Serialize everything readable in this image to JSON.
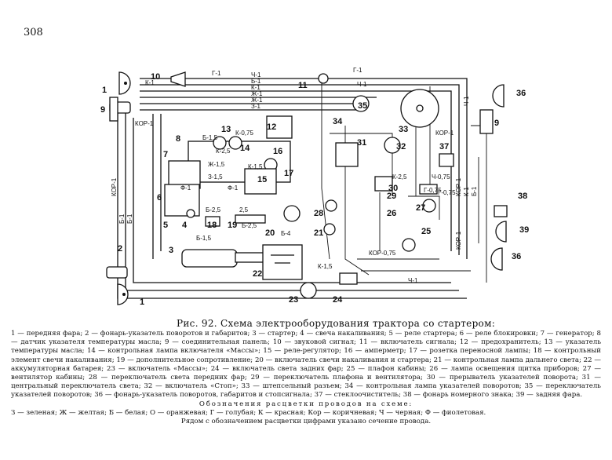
{
  "page_number": "308",
  "caption": "Рис. 92. Схема электрооборудования трактора со стартером:",
  "legend_items": "1 — передняя фара; 2 — фонарь-указатель поворотов и габаритов; 3 — стартер; 4 — свеча накаливания; 5 — реле стартера; 6 — реле блокировки; 7 — генератор; 8 — датчик указателя температуры масла; 9 — соединительная панель; 10 — звуковой сигнал; 11 — включатель сигнала; 12 — предохранитель; 13 — указатель температуры масла; 14 — контрольная лампа включателя «Массы»; 15 — реле-регулятор; 16 — амперметр; 17 — розетка переносной лампы; 18 — контрольный элемент свечи накаливания; 19 — дополнительное сопротивление; 20 — включатель свечи накаливания и стартера; 21 — контрольная лампа дальнего света; 22 — аккумуляторная батарея; 23 — включатель «Массы»; 24 — включатель света задних фар; 25 — плафон кабины; 26 — лампа освещения щитка приборов; 27 — вентилятор кабины; 28 — переключатель света передних фар; 29 — переключатель плафона и вентилятора; 30 — прерыватель указателей поворота; 31 — центральный переключатель света; 32 — включатель «Стоп»; 33 — штепсельный разъем; 34 — контрольная лампа указателей поворотов; 35 — переключатель указателей поворотов; 36 — фонарь-указатель поворотов, габаритов и стопсигнала; 37 — стеклоочиститель; 38 — фонарь номерного знака; 39 — задняя фара.",
  "wire_colors_heading": "Обозначения расцветки проводов на схеме:",
  "wire_colors": "З — зеленая; Ж — желтая; Б — белая; О — оранжевая; Г — голубая; К — красная; Кор — коричневая; Ч — черная; Ф — фиолетовая.",
  "note": "Рядом с обозначением расцветки цифрами указано сечение провода.",
  "wire_labels": [
    "Г-1",
    "Ч-1",
    "Б-1",
    "К-1",
    "Ж-1",
    "Ж-1",
    "З-1",
    "Ч-1",
    "Г-1",
    "К-1",
    "КОР-1",
    "КОР-1",
    "Б-1",
    "Б-1",
    "К-0,75",
    "Б-1,5",
    "К-2,5",
    "К-1,5",
    "Ж-1,5",
    "З-1,5",
    "Ф-1",
    "Ф-1",
    "Б-2,5",
    "2,5",
    "Б-2,5",
    "Б-4",
    "Б-1,5",
    "К-1,5",
    "КОР-0,75",
    "Ч-0,75",
    "Г-0,75",
    "К-2,5",
    "КОР-1",
    "КОР-1",
    "Ч-1",
    "Г-0,75",
    "Ч-1",
    "Б-1",
    "К-1",
    "КОР-1"
  ],
  "part_numbers": [
    "1",
    "1",
    "2",
    "3",
    "4",
    "5",
    "6",
    "7",
    "8",
    "9",
    "9",
    "10",
    "11",
    "12",
    "13",
    "14",
    "15",
    "16",
    "17",
    "18",
    "19",
    "20",
    "21",
    "22",
    "23",
    "24",
    "25",
    "26",
    "27",
    "28",
    "29",
    "30",
    "31",
    "32",
    "33",
    "34",
    "35",
    "36",
    "36",
    "37",
    "38",
    "39"
  ]
}
